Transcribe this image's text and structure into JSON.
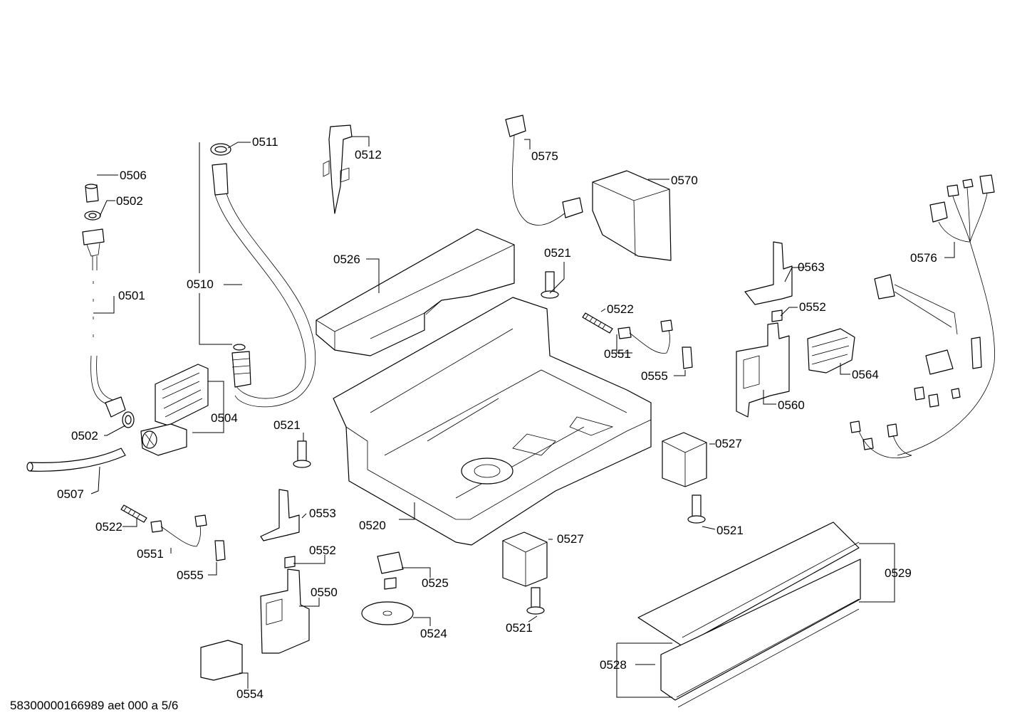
{
  "footer": "58300000166989 aet 000 a 5/6",
  "callouts": {
    "c0501": "0501",
    "c0502a": "0502",
    "c0502b": "0502",
    "c0504": "0504",
    "c0506": "0506",
    "c0507": "0507",
    "c0510": "0510",
    "c0511": "0511",
    "c0512": "0512",
    "c0520": "0520",
    "c0521a": "0521",
    "c0521b": "0521",
    "c0521c": "0521",
    "c0521d": "0521",
    "c0522a": "0522",
    "c0522b": "0522",
    "c0524": "0524",
    "c0525": "0525",
    "c0526": "0526",
    "c0527a": "0527",
    "c0527b": "0527",
    "c0528": "0528",
    "c0529": "0529",
    "c0550": "0550",
    "c0551a": "0551",
    "c0551b": "0551",
    "c0552a": "0552",
    "c0552b": "0552",
    "c0553": "0553",
    "c0554": "0554",
    "c0555a": "0555",
    "c0555b": "0555",
    "c0560": "0560",
    "c0563": "0563",
    "c0564": "0564",
    "c0570": "0570",
    "c0575": "0575",
    "c0576": "0576"
  }
}
